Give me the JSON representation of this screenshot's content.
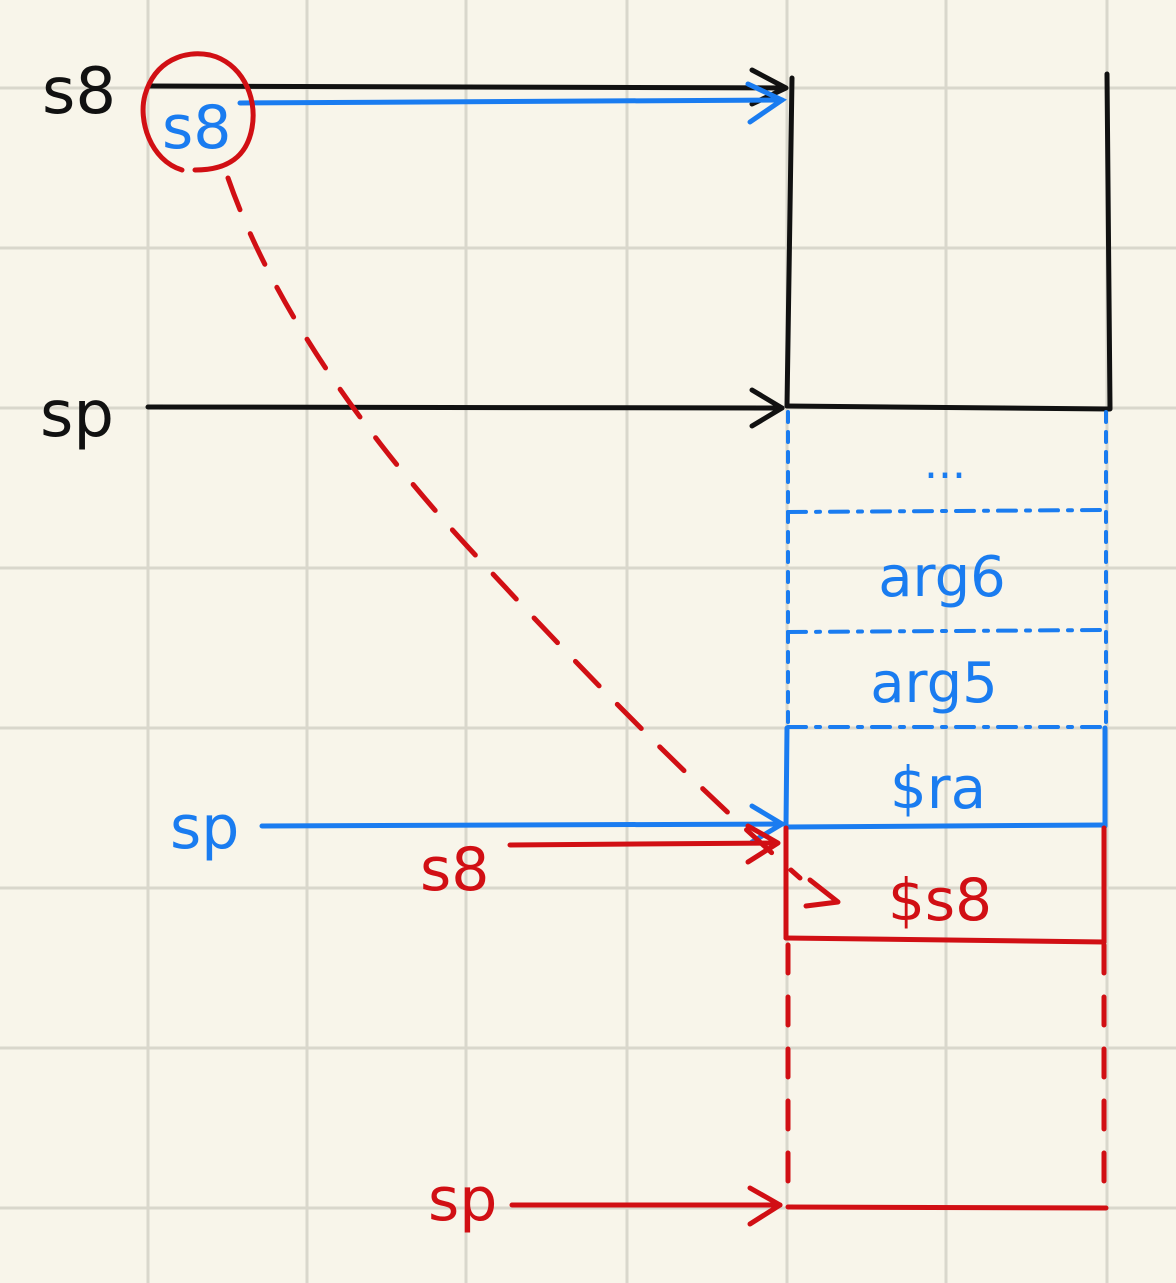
{
  "colors": {
    "background": "#f8f5ea",
    "grid": "#d9d7cc",
    "black": "#111111",
    "blue": "#1a7cf0",
    "red": "#d10f14"
  },
  "labels": {
    "black_s8": "s8",
    "black_sp": "sp",
    "blue_s8": "s8",
    "blue_sp": "sp",
    "red_s8": "s8",
    "red_sp": "sp"
  },
  "stack_cells": {
    "ellipsis": "...",
    "arg6": "arg6",
    "arg5": "arg5",
    "ra": "$ra",
    "s8_saved": "$s8"
  }
}
